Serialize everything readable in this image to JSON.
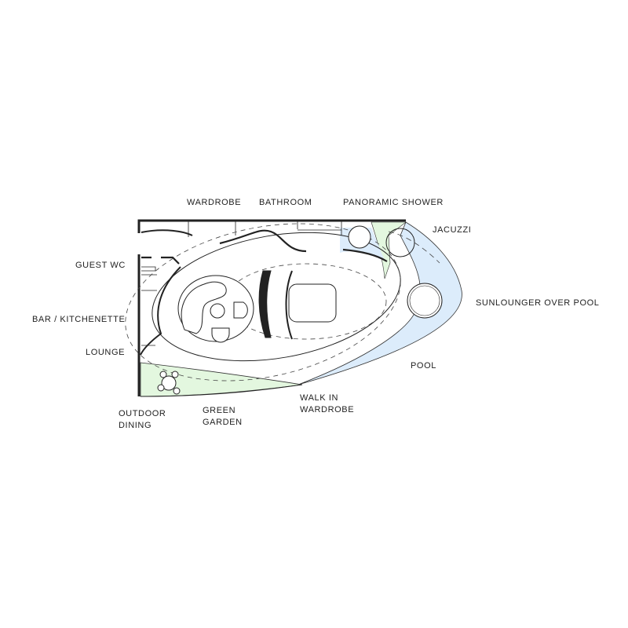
{
  "labels": {
    "wardrobe": "WARDROBE",
    "bathroom": "BATHROOM",
    "panoramic_shower": "PANORAMIC SHOWER",
    "jacuzzi": "JACUZZI",
    "guest_wc": "GUEST WC",
    "bar_kitchenette": "BAR / KITCHENETTE",
    "lounge": "LOUNGE",
    "sunlounger": "SUNLOUNGER OVER POOL",
    "pool": "POOL",
    "outdoor_dining_1": "OUTDOOR",
    "outdoor_dining_2": "DINING",
    "green_garden_1": "GREEN",
    "green_garden_2": "GARDEN",
    "walk_in_wardrobe_1": "WALK IN",
    "walk_in_wardrobe_2": "WARDROBE"
  },
  "colors": {
    "water": "#dcecfb",
    "green": "#e3f7df",
    "line": "#222222"
  }
}
